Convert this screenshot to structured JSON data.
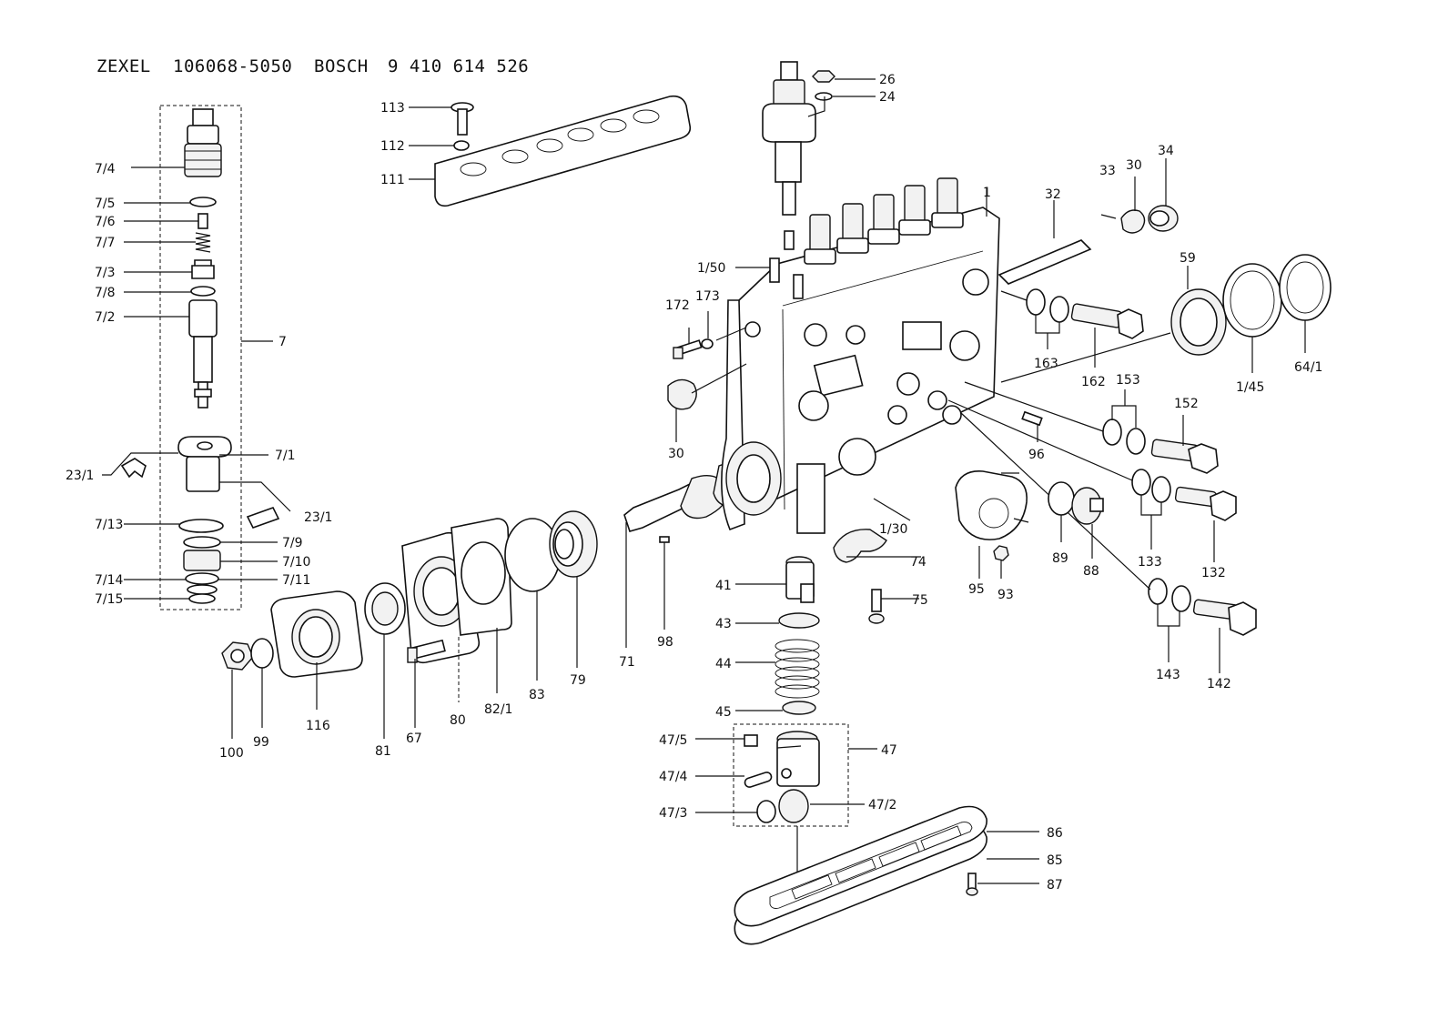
{
  "header": {
    "brand1": "ZEXEL",
    "part1": "106068-5050",
    "brand2": "BOSCH",
    "part2": "9 410 614 526"
  },
  "labels": {
    "l_7_4": "7/4",
    "l_7_5": "7/5",
    "l_7_6": "7/6",
    "l_7_7": "7/7",
    "l_7_3": "7/3",
    "l_7_8": "7/8",
    "l_7_2": "7/2",
    "l_7": "7",
    "l_7_1": "7/1",
    "l_23_1a": "23/1",
    "l_23_1b": "23/1",
    "l_7_13": "7/13",
    "l_7_9": "7/9",
    "l_7_10": "7/10",
    "l_7_14": "7/14",
    "l_7_11": "7/11",
    "l_7_15": "7/15",
    "l_100": "100",
    "l_99": "99",
    "l_116": "116",
    "l_81": "81",
    "l_67": "67",
    "l_80": "80",
    "l_82_1": "82/1",
    "l_83": "83",
    "l_79": "79",
    "l_71": "71",
    "l_98": "98",
    "l_113": "113",
    "l_112": "112",
    "l_111": "111",
    "l_26": "26",
    "l_24": "24",
    "l_1": "1",
    "l_32": "32",
    "l_33": "33",
    "l_30a": "30",
    "l_34": "34",
    "l_1_50": "1/50",
    "l_172": "172",
    "l_173": "173",
    "l_30b": "30",
    "l_59": "59",
    "l_163": "163",
    "l_162": "162",
    "l_1_45": "1/45",
    "l_64_1": "64/1",
    "l_153": "153",
    "l_152": "152",
    "l_96": "96",
    "l_133": "133",
    "l_132": "132",
    "l_89": "89",
    "l_88": "88",
    "l_1_30": "1/30",
    "l_95": "95",
    "l_93": "93",
    "l_74": "74",
    "l_75": "75",
    "l_41": "41",
    "l_43": "43",
    "l_44": "44",
    "l_45": "45",
    "l_47_5": "47/5",
    "l_47": "47",
    "l_47_4": "47/4",
    "l_47_3": "47/3",
    "l_47_2": "47/2",
    "l_86": "86",
    "l_85": "85",
    "l_87": "87",
    "l_143": "143",
    "l_142": "142"
  }
}
